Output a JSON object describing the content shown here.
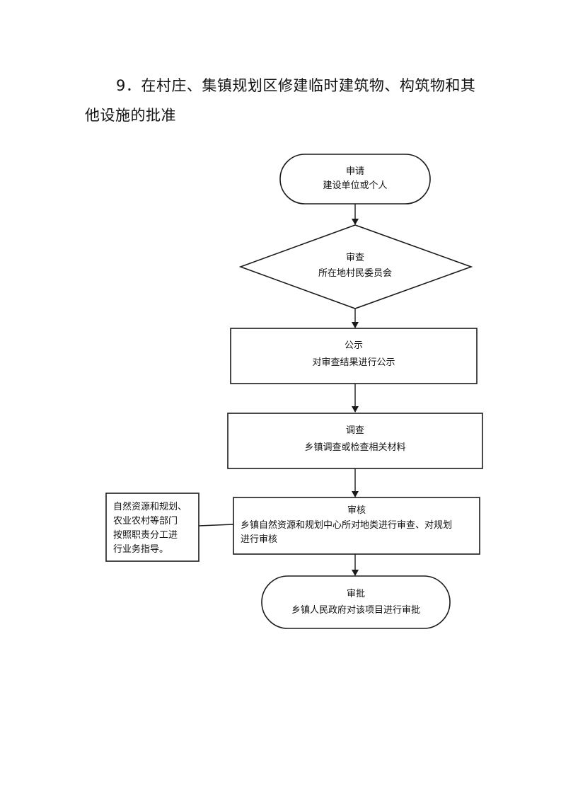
{
  "heading": {
    "line1": "9．在村庄、集镇规划区修建临时建筑物、构筑物和其",
    "line2": "他设施的批准"
  },
  "flow": {
    "apply": {
      "title": "申请",
      "detail": "建设单位或个人"
    },
    "review": {
      "title": "审查",
      "detail": "所在地村民委员会"
    },
    "publicize": {
      "title": "公示",
      "detail": "对审查结果进行公示"
    },
    "investigate": {
      "title": "调查",
      "detail": "乡镇调查或检查相关材料"
    },
    "audit": {
      "title": "审核",
      "detail_line1": "乡镇自然资源和规划中心所对地类进行审查、对规划",
      "detail_line2": "进行审核"
    },
    "approve": {
      "title": "审批",
      "detail": "乡镇人民政府对该项目进行审批"
    },
    "side_note": {
      "line1": "自然资源和规划、",
      "line2": "农业农村等部门",
      "line3": "按照职责分工进",
      "line4": "行业务指导。"
    }
  }
}
